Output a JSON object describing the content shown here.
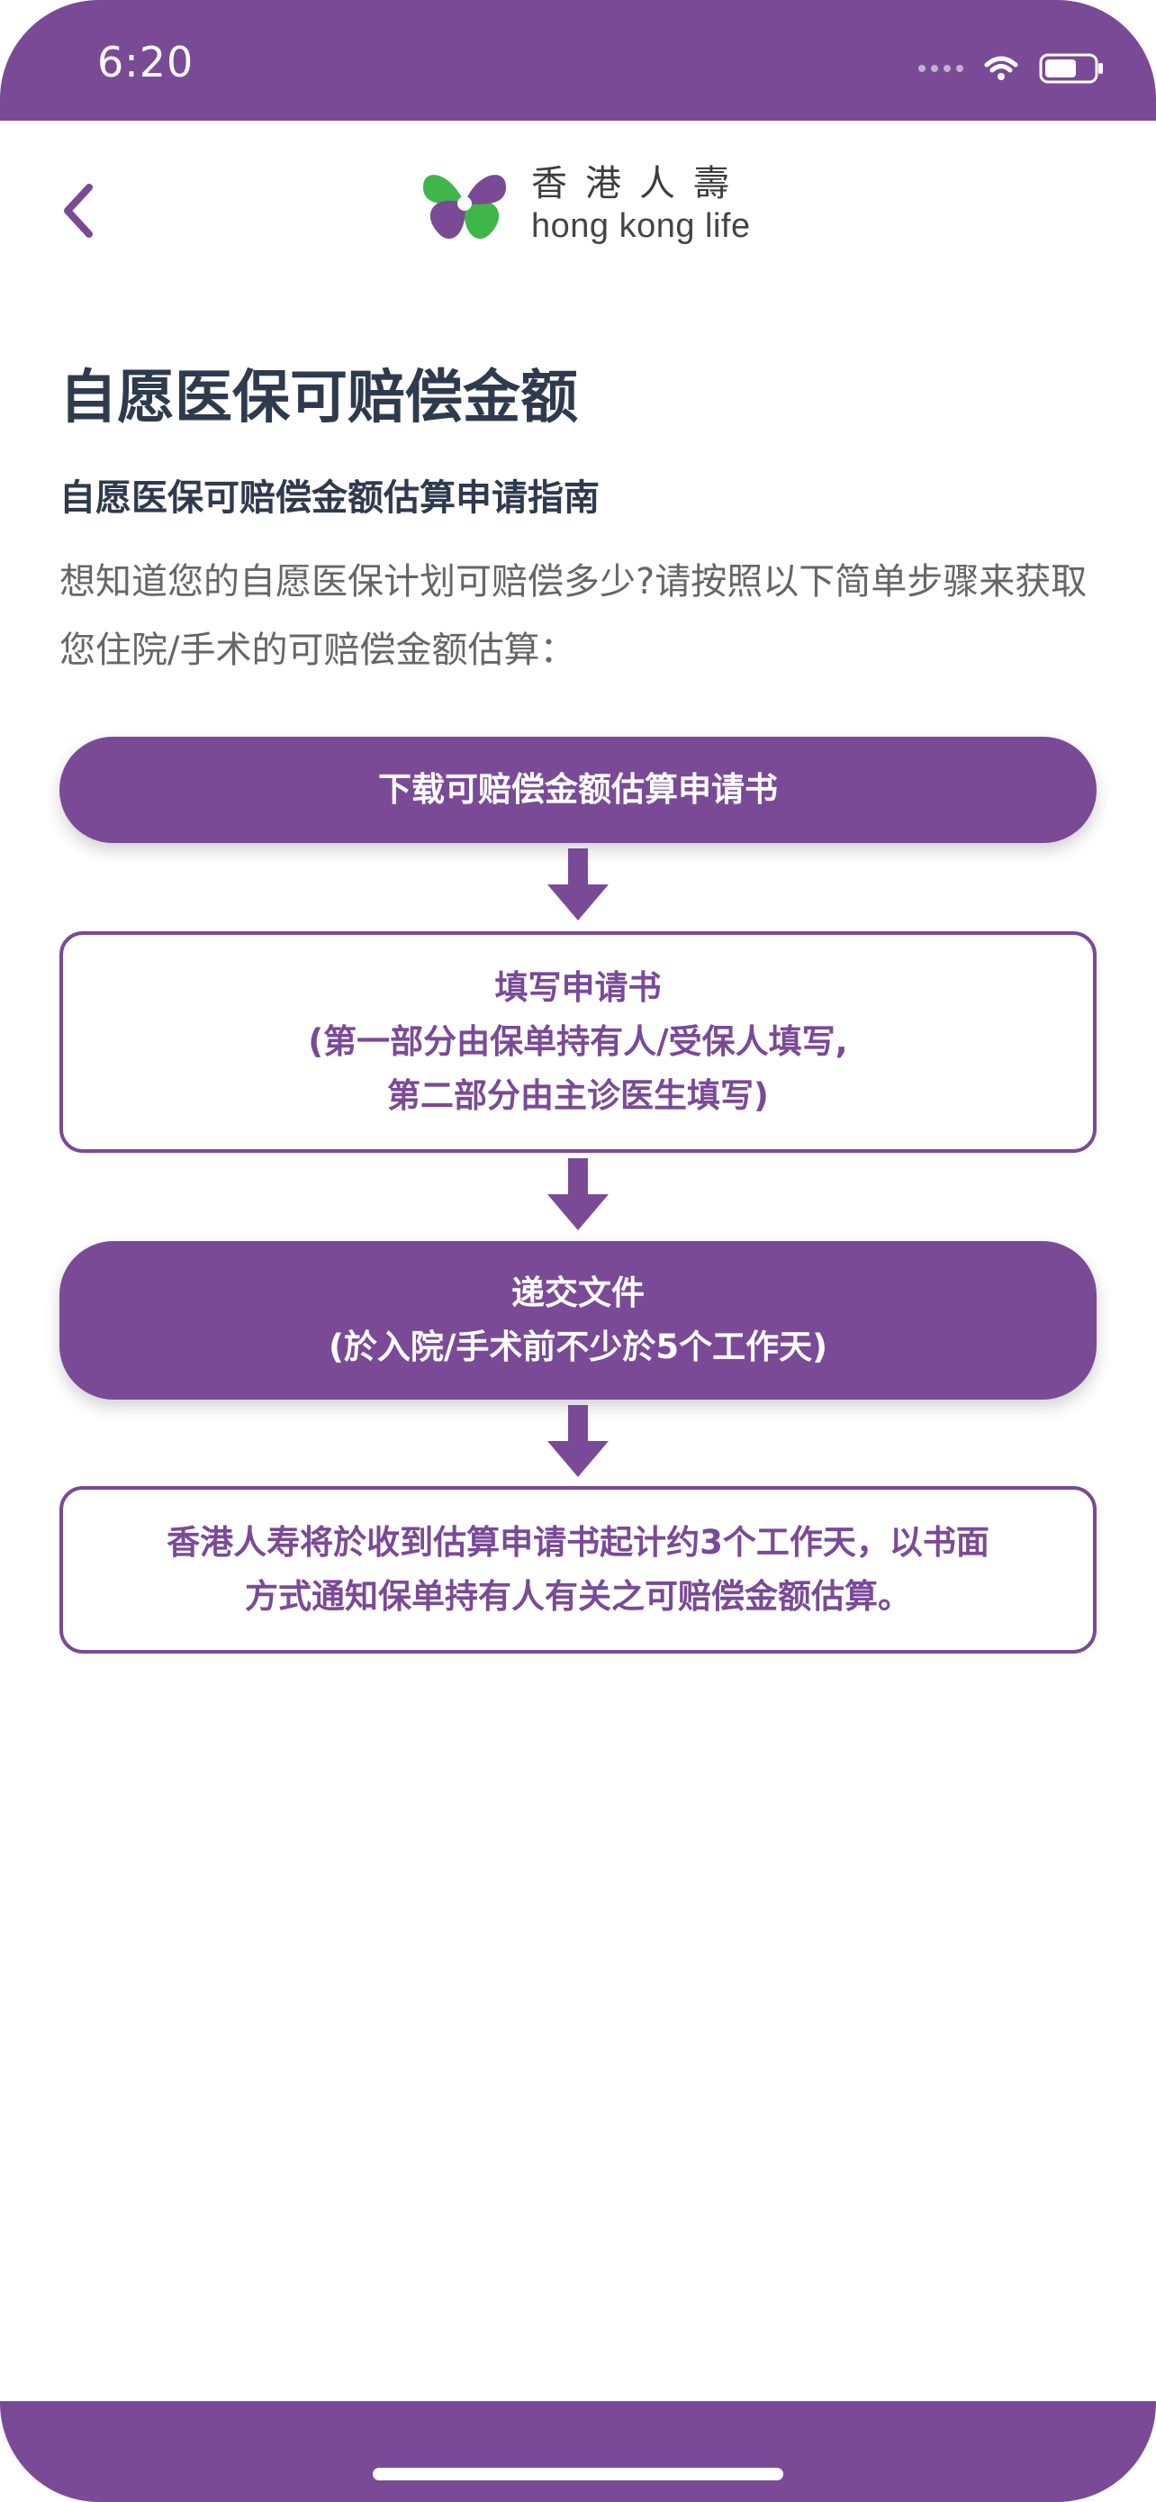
{
  "status_bar": {
    "time": "6:20"
  },
  "header": {
    "logo_cn": "香港人壽",
    "logo_en": "hong kong life"
  },
  "content": {
    "title": "自愿医保可赔偿金额",
    "subtitle": "自愿医保可赔偿金额估算申请指南",
    "description": "想知道您的自愿医保计划可赔偿多少?请按照以下简单步骤来获取您住院/手术的可赔偿金额估算：",
    "steps": [
      {
        "lines": [
          "下载可赔偿金额估算申请书"
        ]
      },
      {
        "lines": [
          "填写申请书",
          "(第一部分由保单持有人/受保人填写,",
          "第二部分由主诊医生填写)"
        ]
      },
      {
        "lines": [
          "递交文件",
          "(於入院/手术前不少於5个工作天)"
        ]
      },
      {
        "lines": [
          "香港人寿将於收到估算申请书起计约3个工作天，以书面",
          "方式通知保单持有人有关之可赔偿金额估算。"
        ]
      }
    ]
  },
  "colors": {
    "brand_purple": "#7a4a97",
    "logo_green": "#3fb54a",
    "title_text": "#2e3b4e",
    "body_text": "#666666"
  },
  "icons": {
    "back": "chevron-left-icon",
    "arrow": "arrow-down-icon",
    "wifi": "wifi-icon",
    "battery": "battery-icon"
  }
}
